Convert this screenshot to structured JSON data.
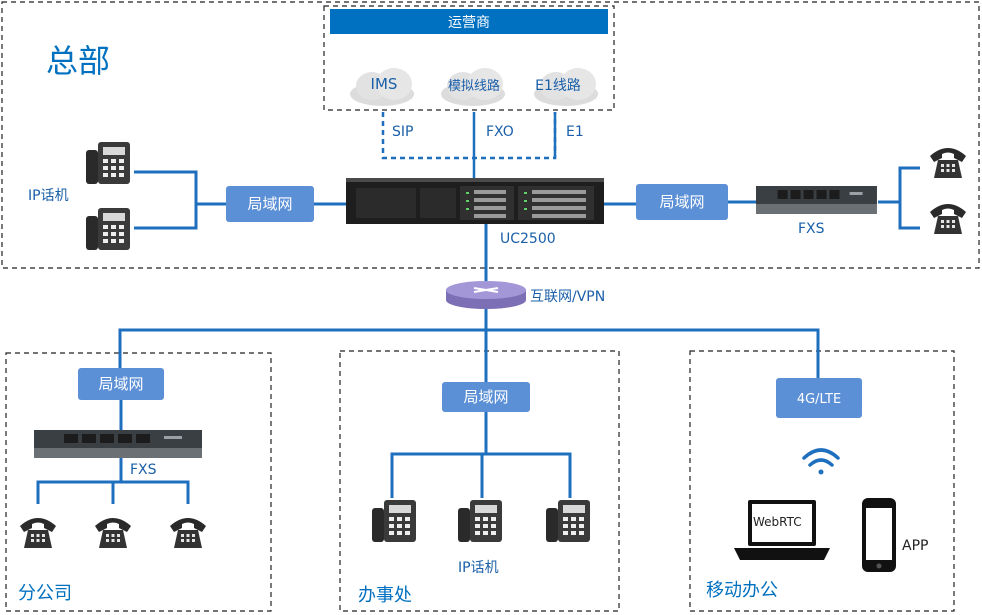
{
  "regions": {
    "hq": "总部",
    "branch": "分公司",
    "office": "办事处",
    "mobile": "移动办公"
  },
  "carrier": {
    "title": "运营商",
    "clouds": [
      "IMS",
      "模拟线路",
      "E1线路"
    ],
    "links": [
      "SIP",
      "FXO",
      "E1"
    ]
  },
  "hq": {
    "phones_label": "IP话机",
    "lan_left": "局域网",
    "lan_right": "局域网",
    "core_device": "UC2500",
    "gateway_label": "FXS"
  },
  "internet": "互联网/VPN",
  "branch": {
    "lan": "局域网",
    "gateway_label": "FXS"
  },
  "office": {
    "lan": "局域网",
    "phones_label": "IP话机"
  },
  "mobile": {
    "network": "4G/LTE",
    "laptop_label": "WebRTC",
    "phone_label": "APP"
  },
  "colors": {
    "accent": "#0070c0",
    "badge": "#5b8fd6",
    "line": "#1f6fbf",
    "text": "#1a5fa8"
  }
}
